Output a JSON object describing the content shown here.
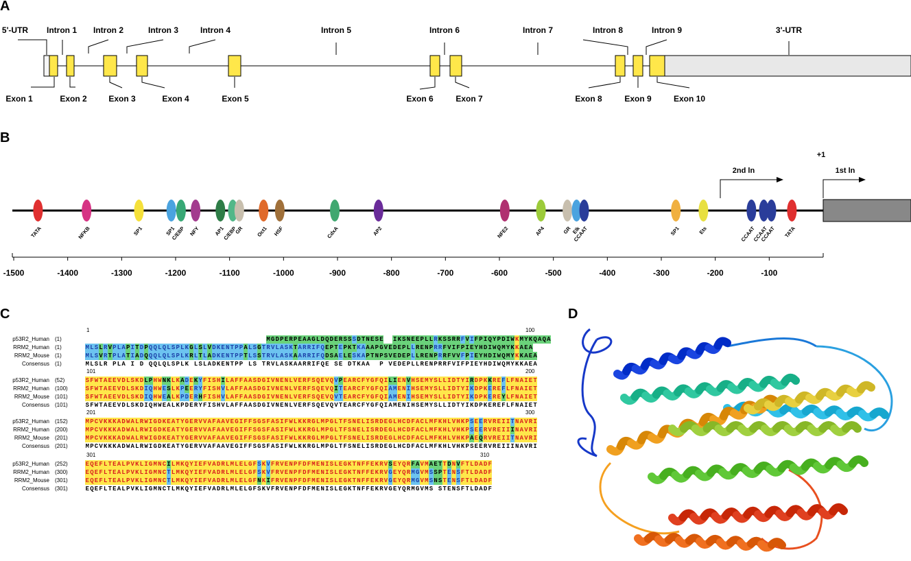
{
  "panelA": {
    "letter": "A",
    "top_labels": [
      "5'-UTR",
      "Intron 1",
      "Intron 2",
      "Intron 3",
      "Intron 4",
      "Intron 5",
      "Intron 6",
      "Intron 7",
      "Intron 8",
      "Intron 9",
      "3'-UTR"
    ],
    "bottom_labels": [
      "Exon 1",
      "Exon 2",
      "Exon 3",
      "Exon 4",
      "Exon 5",
      "Exon 6",
      "Exon 7",
      "Exon 8",
      "Exon 9",
      "Exon 10"
    ],
    "exon_color": "#ffe74a",
    "utr_color": "#e8e8e8"
  },
  "panelB": {
    "letter": "B",
    "tss_label": "+1",
    "arrow_2nd": "2nd ln",
    "arrow_1st": "1st ln",
    "axis_ticks": [
      "-1500",
      "-1400",
      "-1300",
      "-1200",
      "-1100",
      "-1000",
      "-900",
      "-800",
      "-700",
      "-600",
      "-500",
      "-400",
      "-300",
      "-200",
      "-100"
    ],
    "sites": [
      {
        "pos": -1455,
        "color": "#e03030",
        "label": "TATA"
      },
      {
        "pos": -1365,
        "color": "#d63384",
        "label": "NFKB"
      },
      {
        "pos": -1268,
        "color": "#f5e03a",
        "label": "SP1"
      },
      {
        "pos": -1208,
        "color": "#4aa3df",
        "label": "SP1"
      },
      {
        "pos": -1190,
        "color": "#38a875",
        "label": "C/EBP"
      },
      {
        "pos": -1163,
        "color": "#a33b8e",
        "label": "NFY"
      },
      {
        "pos": -1117,
        "color": "#2e7d47",
        "label": "AP1"
      },
      {
        "pos": -1094,
        "color": "#52b788",
        "label": "C/EBP"
      },
      {
        "pos": -1082,
        "color": "#c8bfae",
        "label": "GR"
      },
      {
        "pos": -1037,
        "color": "#e06a2a",
        "label": "Oct1"
      },
      {
        "pos": -1007,
        "color": "#a0703a",
        "label": "HSF"
      },
      {
        "pos": -905,
        "color": "#40a870",
        "label": "CdxA"
      },
      {
        "pos": -824,
        "color": "#6a2c9a",
        "label": "AP2"
      },
      {
        "pos": -590,
        "color": "#b03070",
        "label": "NFE2"
      },
      {
        "pos": -523,
        "color": "#9ccb3a",
        "label": "AP4"
      },
      {
        "pos": -474,
        "color": "#c8bfae",
        "label": "GR"
      },
      {
        "pos": -457,
        "color": "#4aa3df",
        "label": "Elk"
      },
      {
        "pos": -443,
        "color": "#2a3d9a",
        "label": "CCAAT"
      },
      {
        "pos": -273,
        "color": "#f0b040",
        "label": "SP1"
      },
      {
        "pos": -222,
        "color": "#e8e040",
        "label": "Ets"
      },
      {
        "pos": -133,
        "color": "#2a3d9a",
        "label": "CCAAT"
      },
      {
        "pos": -110,
        "color": "#2a3d9a",
        "label": "CCAAT"
      },
      {
        "pos": -96,
        "color": "#2a3d9a",
        "label": "CCAAT"
      },
      {
        "pos": -58,
        "color": "#e03030",
        "label": "TATA"
      }
    ]
  },
  "panelC": {
    "letter": "C",
    "blocks": [
      {
        "ruler_left": "1",
        "ruler_right": "100",
        "rows": [
          {
            "name": "p53R2_Human",
            "pos": "(1)",
            "seq": "----------------------------------------MGDPERPEAAGLDQDERSSSDTNESE--IKSNEEPLLRKSSRRFVIFPIQYPDIWKMYKQAQA"
          },
          {
            "name": "RRM2_Human",
            "pos": "(1)",
            "seq": "MLSLRVPLAPITDPQQLQLSPLKGLSLVDKENTPPALSGTRVLASKTARRIFQEPTEPKTKAAAPGVEDEPLLRENPRRFVIFPIEYHDIWQMYKKAEA"
          },
          {
            "name": "RRM2_Mouse",
            "pos": "(1)",
            "seq": "MLSVRTPLATIADQQQLQLSPLKRLTLADKENTPPTLSSTRVLASKAARRIFQDSAELESKAPTNPSVEDEPLLRENPRRFVVFPIEYHDIWQMYKKAEA"
          },
          {
            "name": "Consensus",
            "pos": "(1)",
            "seq": "MLSLR PLA I D QQLQLSPLK LSLADKENTPP LS TRVLASKAARRIFQE SE DTKAA  P VEDEPLLRENPRRFVIFPIEYHDIWQMYKKAEA"
          }
        ]
      },
      {
        "ruler_left": "101",
        "ruler_right": "200",
        "rows": [
          {
            "name": "p53R2_Human",
            "pos": "(52)",
            "seq": "SFWTAEEVDLSKDLPHWNKLKADEKYFISHILAFFAASDGIVNENLVERFSQEVQVPEARCFYGFQILIENVHSEMYSLLIDTYIRDPKKREFLFNAIET"
          },
          {
            "name": "RRM2_Human",
            "pos": "(100)",
            "seq": "SFWTAEEVDLSKDIQHWESLKPEERYFISHVLAFFAASDGIVNENLVERFSQEVQITEARCFYGFQIAMENIHSEMYSLLIDTYIKDPKEREFLFNAIET"
          },
          {
            "name": "RRM2_Mouse",
            "pos": "(101)",
            "seq": "SFWTAEEVDLSKDIQHWEALKPDERHFISHVLAFFAASDGIVNENLVERFSQEVQVTEARCFYGFQIAMENIHSEMYSLLIDTYIKDPKEREYLFNAIET"
          },
          {
            "name": "Consensus",
            "pos": "(101)",
            "seq": "SFWTAEEVDLSKDIQHWEALKPDERYFISHVLAFFAASDGIVNENLVERFSQEVQVTEARCFYGFQIAMENIHSEMYSLLIDTYIKDPKEREFLFNAIET"
          }
        ]
      },
      {
        "ruler_left": "201",
        "ruler_right": "300",
        "rows": [
          {
            "name": "p53R2_Human",
            "pos": "(152)",
            "seq": "MPCVKKKADWALRWIGDKEATYGERVVAFAAVEGIFFSGSFASIFWLKKRGLMPGLTFSNELISRDEGLHCDFACLMFKHLVHKPSEERVREIITNAVRI"
          },
          {
            "name": "RRM2_Human",
            "pos": "(200)",
            "seq": "MPCVKKKADWALRWIGDKEATYGERVVAFAAVEGIFFSGSFASIFWLKKRGLMPGLTFSNELISRDEGLHCDFACLMFKHLVHKPSEERVREIIINAVRI"
          },
          {
            "name": "RRM2_Mouse",
            "pos": "(201)",
            "seq": "MPCVKKKADWALRWIGDKEATYGERVVAFAAVEGIFFSGSFASIFWLKKRGLMPGLTFSNELISRDEGLHCDFACLMFKHLVHKPAEQRVREIITNAVRI"
          },
          {
            "name": "Consensus",
            "pos": "(201)",
            "seq": "MPCVKKKADWALRWIGDKEATYGERVVAFAAVEGIFFSGSFASIFWLKKRGLMPGLTFSNELISRDEGLHCDFACLMFKHLVHKPSEERVREIIINAVRI"
          }
        ]
      },
      {
        "ruler_left": "301",
        "ruler_right": "310",
        "rows": [
          {
            "name": "p53R2_Human",
            "pos": "(252)",
            "seq": "EQEFLTEALPVKLIGMNCILMKQYIEFVADRLMLELGFSKVFRVENPFDFMENISLEGKTNFFEKRVSEYQRFAVMAETTDNVFTLDADF"
          },
          {
            "name": "RRM2_Human",
            "pos": "(300)",
            "seq": "EQEFLTEALPVKLIGMNCTLMKQYIEFVADRLMLELGFSKVFRVENPFDFMENISLEGKTNFFEKRVGEYQRMGVMSSPTENSFTLDADF"
          },
          {
            "name": "RRM2_Mouse",
            "pos": "(301)",
            "seq": "EQEFLTEALPVKLIGMNCTLMKQYIEFVADRLMLELGFNKIFRVENPFDFMENISLEGKTNFFEKRVGEYQRMGVMSNSTENSFTLDADF"
          },
          {
            "name": "Consensus",
            "pos": "(301)",
            "seq": "EQEFLTEALPVKLIGMNCTLMKQYIEFVADRLMLELGFSKVFRVENPFDFMENISLEGKTNFFEKRVGEYQRMGVMS STENSFTLDADF"
          }
        ]
      }
    ]
  },
  "panelD": {
    "letter": "D"
  }
}
